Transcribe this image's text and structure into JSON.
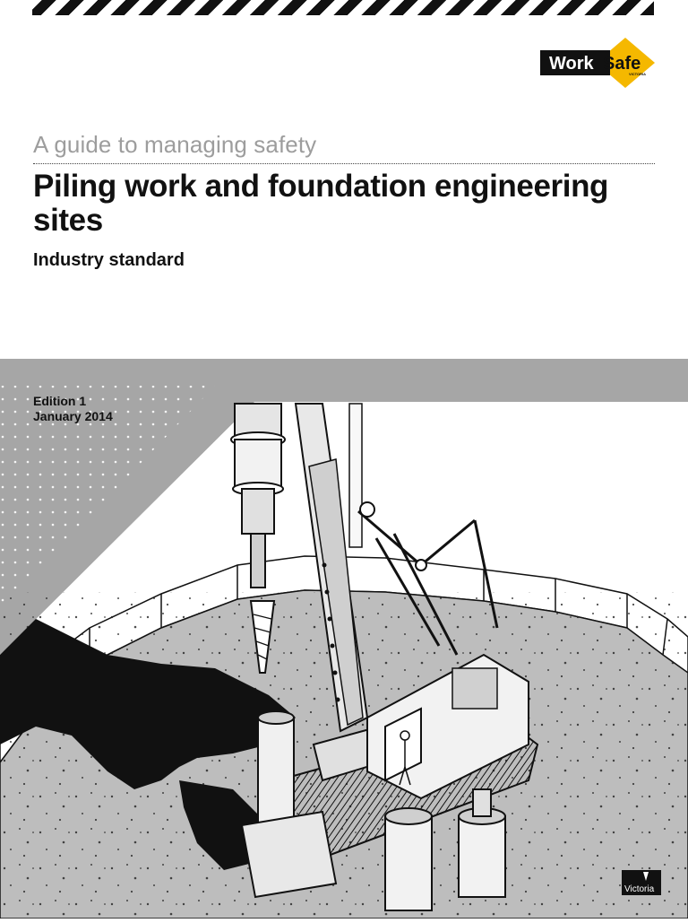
{
  "brand": {
    "logo_text": "WorkSafe",
    "logo_subtext": "VICTORIA",
    "colors": {
      "logo_yellow": "#f5b800",
      "logo_black": "#111111",
      "kicker_grey": "#9d9d9d",
      "band_grey": "#a6a6a6"
    }
  },
  "cover": {
    "kicker": "A guide to managing safety",
    "title": "Piling work and foundation engineering sites",
    "subtitle": "Industry standard",
    "edition": "Edition 1",
    "date": "January 2014"
  },
  "footer": {
    "government_logo_text": "Victoria"
  },
  "illustration": {
    "icon": "piling-rig-illustration"
  }
}
